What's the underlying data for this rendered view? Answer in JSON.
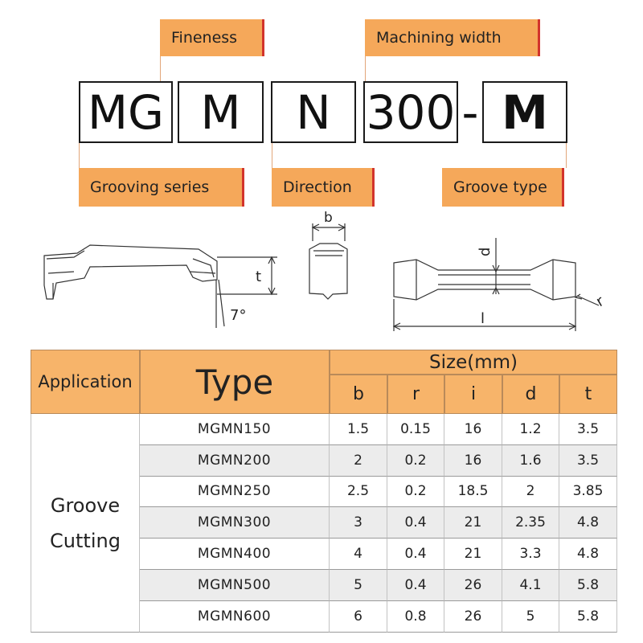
{
  "code": {
    "segments": [
      "MG",
      "M",
      "N",
      "300",
      "-",
      "M"
    ]
  },
  "labels": {
    "fineness": "Fineness",
    "machining_width": "Machining width",
    "grooving_series": "Grooving series",
    "direction": "Direction",
    "groove_type": "Groove type"
  },
  "drawing": {
    "t": "t",
    "angle": "7°",
    "b": "b",
    "d": "d",
    "l": "l",
    "r": "r"
  },
  "table": {
    "application_header": "Application",
    "type_header": "Type",
    "size_header": "Size(mm)",
    "columns": [
      "b",
      "r",
      "i",
      "d",
      "t"
    ],
    "application": [
      "Groove",
      "Cutting"
    ],
    "rows": [
      {
        "type": "MGMN150",
        "values": [
          "1.5",
          "0.15",
          "16",
          "1.2",
          "3.5"
        ]
      },
      {
        "type": "MGMN200",
        "values": [
          "2",
          "0.2",
          "16",
          "1.6",
          "3.5"
        ]
      },
      {
        "type": "MGMN250",
        "values": [
          "2.5",
          "0.2",
          "18.5",
          "2",
          "3.85"
        ]
      },
      {
        "type": "MGMN300",
        "values": [
          "3",
          "0.4",
          "21",
          "2.35",
          "4.8"
        ]
      },
      {
        "type": "MGMN400",
        "values": [
          "4",
          "0.4",
          "21",
          "3.3",
          "4.8"
        ]
      },
      {
        "type": "MGMN500",
        "values": [
          "5",
          "0.4",
          "26",
          "4.1",
          "5.8"
        ]
      },
      {
        "type": "MGMN600",
        "values": [
          "6",
          "0.8",
          "26",
          "5",
          "5.8"
        ]
      }
    ]
  }
}
